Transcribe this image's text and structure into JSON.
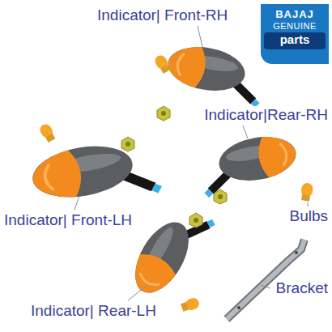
{
  "diagram": {
    "nodes": [
      {
        "text": [
          "BAJAJ",
          "GENUINE",
          "parts"
        ]
      }
    ],
    "labels": [
      "Indicator| Front-RH",
      "Indicator|Rear-RH",
      "Indicator| Front-LH",
      "Bulbs",
      "Bracket",
      "Indicator| Rear-LH"
    ]
  }
}
